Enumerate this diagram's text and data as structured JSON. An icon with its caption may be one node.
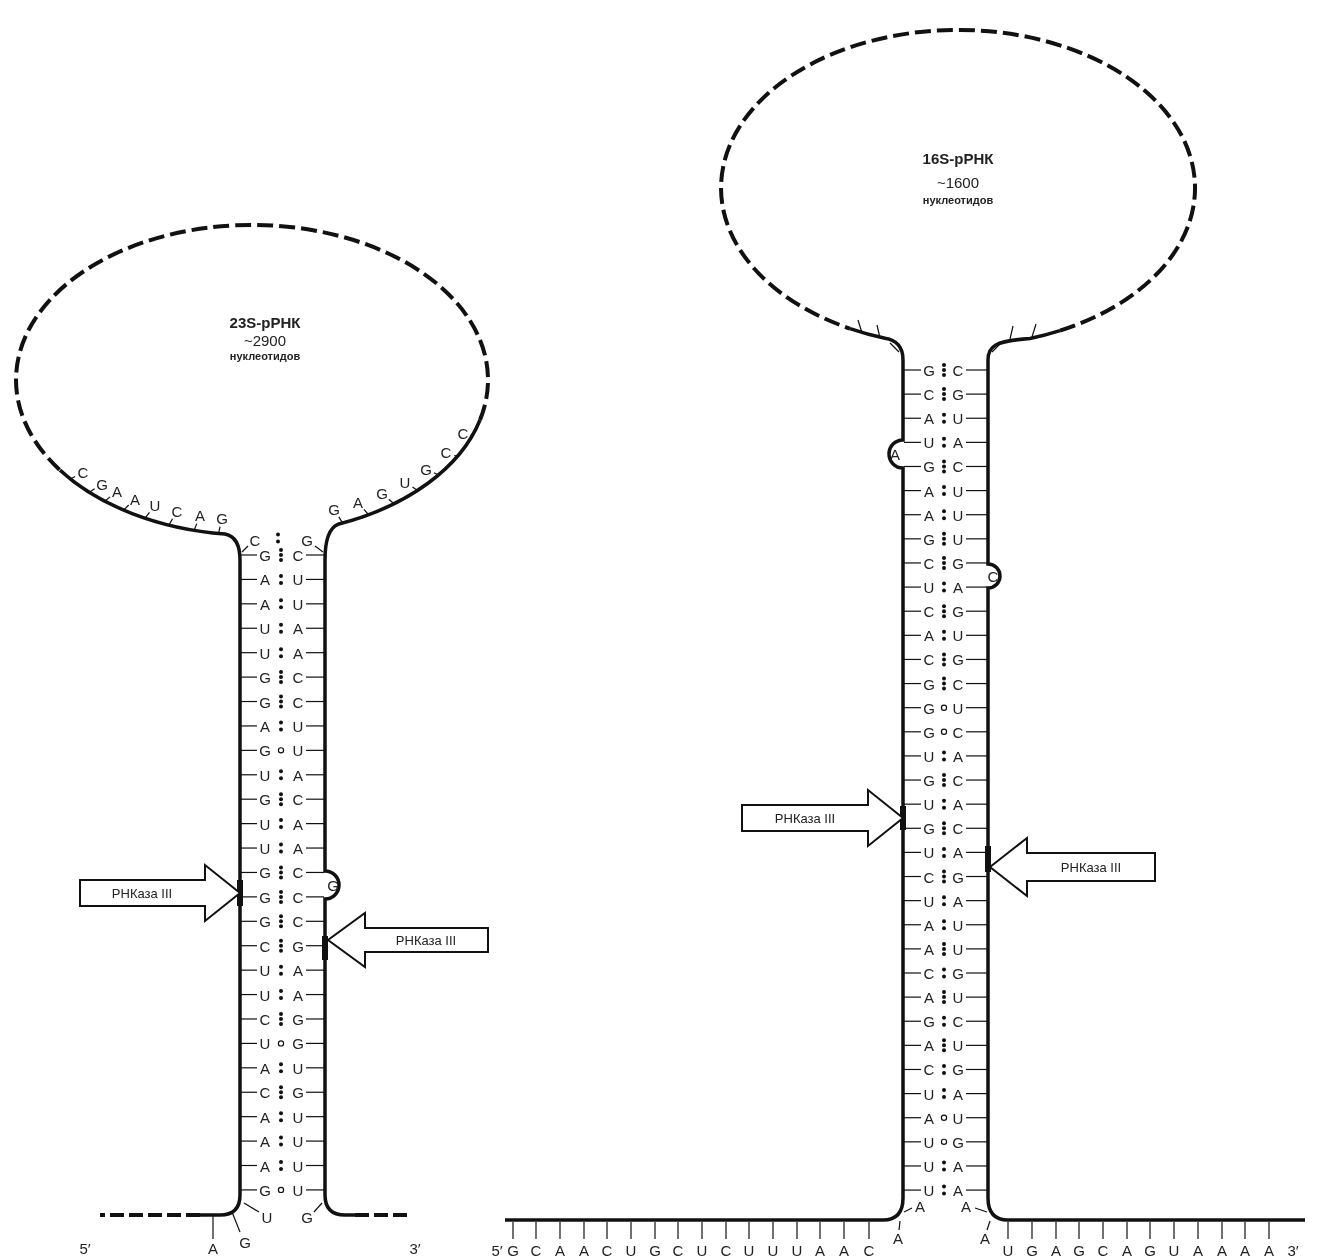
{
  "diagram": {
    "nodes": [
      {
        "text": [
          "23S-рРНК",
          "~2900",
          "нуклеотидов"
        ]
      },
      {
        "text": [
          "РНКаза III"
        ]
      },
      {
        "text": [
          "РНКаза III"
        ]
      },
      {
        "text": [
          "16S-рРНК",
          "~1600",
          "нуклеотидов"
        ]
      },
      {
        "text": [
          "РНКаза III"
        ]
      },
      {
        "text": [
          "РНКаза III"
        ]
      }
    ],
    "labels": [
      "C",
      "G",
      "A",
      "A",
      "U",
      "C",
      "A",
      "G",
      "G",
      "A",
      "G",
      "U",
      "G",
      "C",
      "C",
      "C",
      "G",
      "G",
      "C",
      "A",
      "U",
      "A",
      "U",
      "U",
      "A",
      "U",
      "A",
      "G",
      "C",
      "G",
      "C",
      "A",
      "U",
      "G",
      "U",
      "U",
      "A",
      "G",
      "C",
      "U",
      "A",
      "U",
      "A",
      "G",
      "C",
      "G",
      "G",
      "C",
      "G",
      "C",
      "C",
      "G",
      "U",
      "A",
      "U",
      "A",
      "C",
      "G",
      "U",
      "G",
      "A",
      "U",
      "C",
      "G",
      "A",
      "U",
      "A",
      "U",
      "A",
      "U",
      "G",
      "U",
      "U",
      "G",
      "5′",
      "A",
      "G",
      "3′",
      "G",
      "C",
      "C",
      "G",
      "A",
      "U",
      "U",
      "A",
      "A",
      "G",
      "C",
      "A",
      "U",
      "A",
      "U",
      "G",
      "U",
      "C",
      "G",
      "C",
      "U",
      "A",
      "C",
      "G",
      "A",
      "U",
      "C",
      "G",
      "G",
      "C",
      "G",
      "U",
      "G",
      "C",
      "U",
      "A",
      "G",
      "C",
      "U",
      "A",
      "G",
      "C",
      "U",
      "A",
      "C",
      "G",
      "U",
      "A",
      "A",
      "U",
      "A",
      "U",
      "C",
      "G",
      "A",
      "U",
      "G",
      "C",
      "A",
      "U",
      "C",
      "G",
      "U",
      "A",
      "A",
      "U",
      "U",
      "G",
      "U",
      "A",
      "U",
      "A",
      "A",
      "A",
      "A",
      "A",
      "5′",
      "G",
      "C",
      "A",
      "A",
      "C",
      "U",
      "G",
      "C",
      "U",
      "C",
      "U",
      "U",
      "U",
      "A",
      "A",
      "C",
      "U",
      "G",
      "A",
      "G",
      "C",
      "A",
      "G",
      "U",
      "A",
      "A",
      "A",
      "A",
      "3′"
    ]
  }
}
